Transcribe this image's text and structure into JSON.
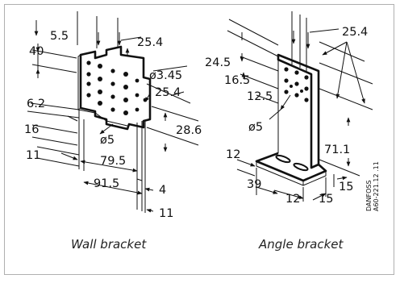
{
  "wall_bracket": {
    "caption": "Wall bracket",
    "dims": [
      "5.5",
      "25.4",
      "40",
      "ø3.45",
      "25.4",
      "6.2",
      "28.6",
      "16",
      "ø5",
      "79.5",
      "11",
      "91.5",
      "4",
      "11"
    ]
  },
  "angle_bracket": {
    "caption": "Angle bracket",
    "dims": [
      "25.4",
      "24.5",
      "16.5",
      "12.5",
      "ø5",
      "71.1",
      "12",
      "39",
      "12",
      "15",
      "15"
    ]
  },
  "drawing_code": [
    "DANFOSS",
    "A60-221.12 .11"
  ]
}
